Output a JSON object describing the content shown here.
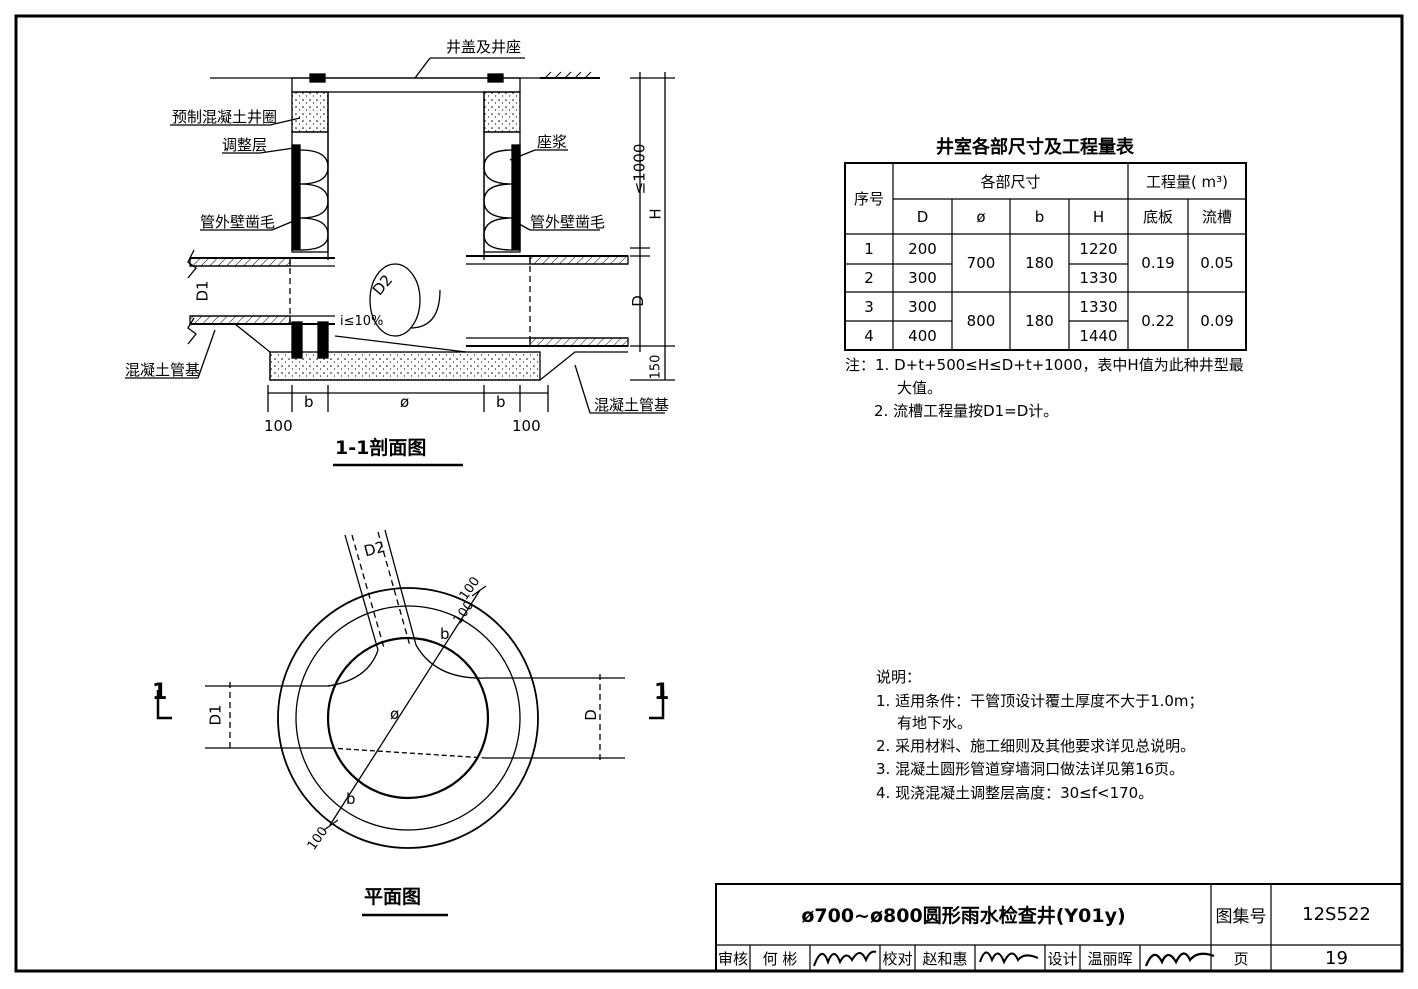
{
  "section": {
    "labels": {
      "cover": "井盖及井座",
      "ring": "预制混凝土井圈",
      "adjust": "调整层",
      "mortar": "座浆",
      "chisel_left": "管外壁凿毛",
      "chisel_right": "管外壁凿毛",
      "base_left": "混凝土管基",
      "base_right": "混凝土管基",
      "slope": "i≤10%",
      "d1": "D1",
      "d2": "D2",
      "dim_1000": "≤1000",
      "dim_h": "H",
      "dim_d": "D",
      "dim_150": "150",
      "dim_b_left": "b",
      "dim_phi": "ø",
      "dim_b_right": "b",
      "dim_100_left": "100",
      "dim_100_right": "100"
    },
    "title": "1-1剖面图"
  },
  "plan": {
    "labels": {
      "d2": "D2",
      "dim_100_top": "100",
      "dim_100_mid": "100",
      "dim_b_top": "b",
      "dim_phi": "ø",
      "dim_b_bottom": "b",
      "dim_100_bottom": "100",
      "d1": "D1",
      "d": "D",
      "cut_left": "1",
      "cut_right": "1"
    },
    "title": "平面图"
  },
  "table": {
    "title": "井室各部尺寸及工程量表",
    "col_seq": "序号",
    "group_dims": "各部尺寸",
    "group_qty": "工程量( m³)",
    "headers": [
      "D",
      "ø",
      "b",
      "H",
      "底板",
      "流槽"
    ],
    "rows": [
      {
        "seq": "1",
        "D": "200",
        "H": "1220"
      },
      {
        "seq": "2",
        "D": "300",
        "H": "1330"
      },
      {
        "seq": "3",
        "D": "300",
        "H": "1330"
      },
      {
        "seq": "4",
        "D": "400",
        "H": "1440"
      }
    ],
    "merged": [
      {
        "phi": "700",
        "b": "180",
        "base": "0.19",
        "trough": "0.05"
      },
      {
        "phi": "800",
        "b": "180",
        "base": "0.22",
        "trough": "0.09"
      }
    ]
  },
  "table_notes": [
    "注：1. D+t+500≤H≤D+t+1000，表中H值为此种井型最",
    "大值。",
    "2. 流槽工程量按D1=D计。"
  ],
  "explanation": {
    "heading": "说明：",
    "items": [
      "1. 适用条件：干管顶设计覆土厚度不大于1.0m；",
      "有地下水。",
      "2. 采用材料、施工细则及其他要求详见总说明。",
      "3. 混凝土圆形管道穿墙洞口做法详见第16页。",
      "4. 现浇混凝土调整层高度：30≤f<170。"
    ]
  },
  "title_block": {
    "drawing_title": "ø700~ø800圆形雨水检查井(Y01y)",
    "atlas_label": "图集号",
    "atlas_no": "12S522",
    "review_label": "审核",
    "review_name": "何 彬",
    "check_label": "校对",
    "check_name": "赵和惠",
    "design_label": "设计",
    "design_name": "温丽晖",
    "page_label": "页",
    "page_no": "19"
  }
}
